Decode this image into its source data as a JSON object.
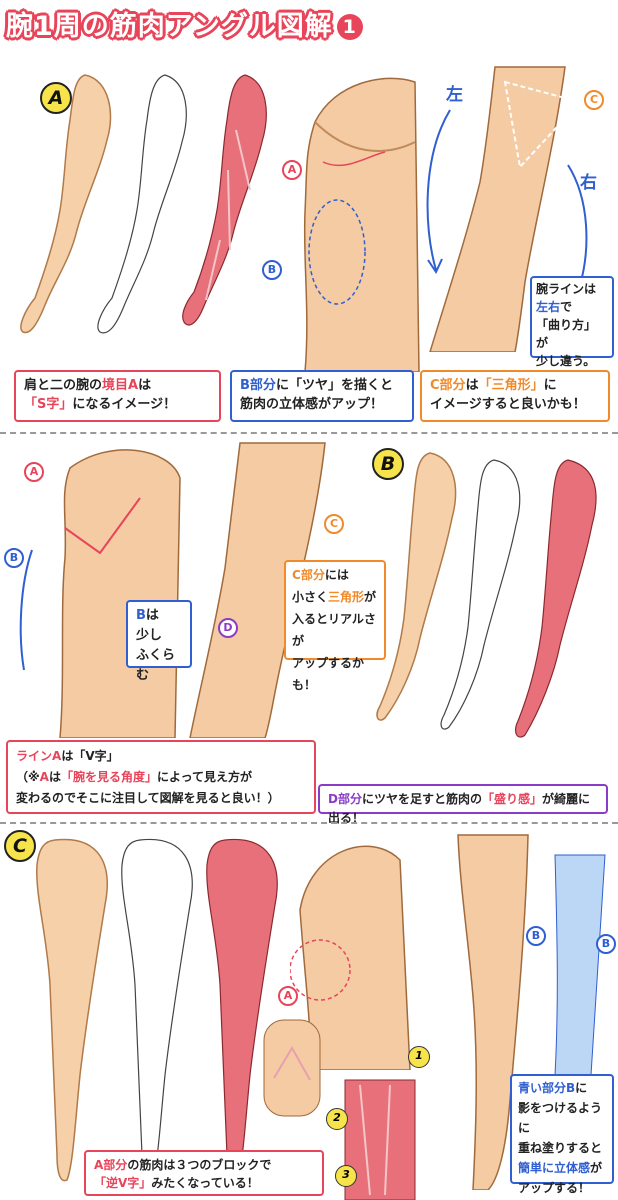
{
  "title": {
    "text": "腕1周の筋肉アングル図解",
    "num": "1"
  },
  "sections": {
    "a": "A",
    "b": "B",
    "c": "C"
  },
  "panelA": {
    "labels": {
      "a": "A",
      "b": "B",
      "c": "C",
      "left": "左",
      "right": "右"
    },
    "box1": {
      "l1a": "肩と二の腕の",
      "l1b": "境目",
      "l1c": "A",
      "l1d": "は",
      "l2a": "「S字」",
      "l2b": "になるイメージ！"
    },
    "box2": {
      "l1a": "B",
      "l1b": "部分",
      "l1c": "に「ツヤ」を描くと",
      "l2": "筋肉の立体感がアップ！"
    },
    "box3": {
      "l1a": "C",
      "l1b": "部分",
      "l1c": "は",
      "l1d": "「三角形」",
      "l1e": "に",
      "l2": "イメージすると良いかも！"
    },
    "box4": {
      "l1": "腕ラインは",
      "l2": "左右",
      "l2b": "で",
      "l3": "「曲り方」",
      "l3b": "が",
      "l4": "少し違う。"
    }
  },
  "panelB": {
    "labels": {
      "a": "A",
      "b": "B",
      "c": "C",
      "d": "D"
    },
    "boxB": {
      "l1a": "B",
      "l1b": "は",
      "l2": "少し",
      "l3": "ふくらむ"
    },
    "boxC": {
      "l1a": "C",
      "l1b": "部分",
      "l1c": "には",
      "l2a": "小さく",
      "l2b": "三角形",
      "l2c": "が",
      "l3": "入るとリアルさが",
      "l4": "アップするかも！"
    },
    "boxLine": {
      "l1a": "ライン",
      "l1b": "A",
      "l1c": "は",
      "l1d": "「V字」",
      "l2a": "（※",
      "l2b": "A",
      "l2c": "は",
      "l2d": "「腕を見る角度」",
      "l2e": "によって見え方が",
      "l3": "変わるのでそこに注目して図解を見ると良い！）"
    },
    "boxD": {
      "l1a": "D",
      "l1b": "部分",
      "l1c": "にツヤを足すと筋肉の",
      "l1d": "「盛り感」",
      "l1e": "が綺麗に出る！"
    }
  },
  "panelC": {
    "labels": {
      "a": "A",
      "b1": "B",
      "b2": "B",
      "n1": "1",
      "n2": "2",
      "n3": "3"
    },
    "boxA": {
      "l1a": "A",
      "l1b": "部分",
      "l1c": "の筋肉は３つのブロックで",
      "l2a": "「逆V字」",
      "l2b": "みたくなっている！"
    },
    "boxB": {
      "l1a": "青い部分",
      "l1b": "B",
      "l1c": "に",
      "l2": "影をつけるように",
      "l3": "重ね塗りすると",
      "l4a": "簡単に",
      "l4b": "立体感",
      "l4c": "が",
      "l5": "アップする！"
    }
  }
}
